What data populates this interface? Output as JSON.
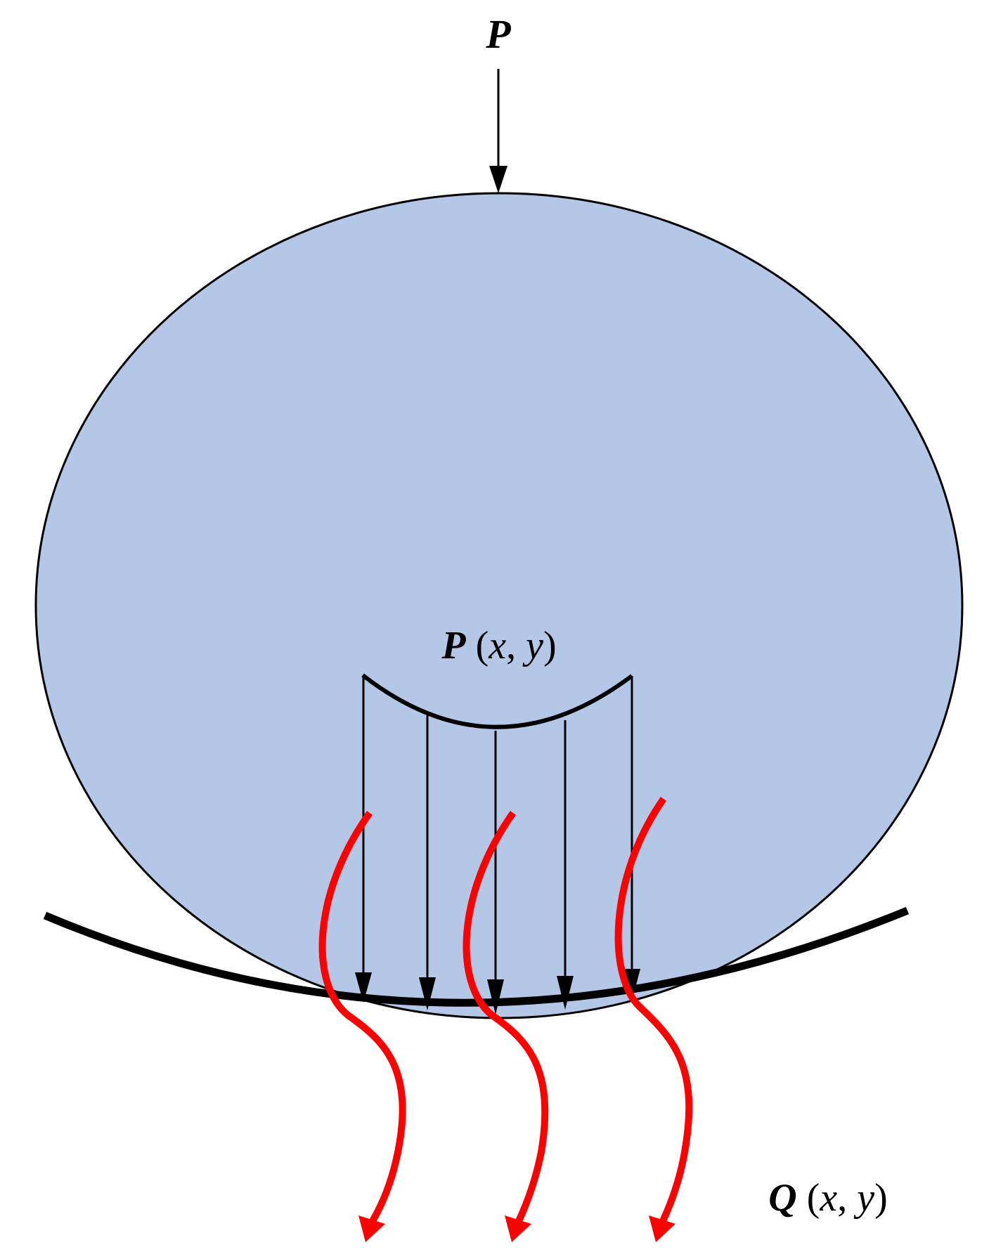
{
  "labels": {
    "top_load": "P",
    "pressure_symbol": "P",
    "pressure_args_open": " (",
    "pressure_x": "x",
    "pressure_comma": ", ",
    "pressure_y": "y",
    "pressure_args_close": ")",
    "heat_symbol": "Q",
    "heat_args_open": " (",
    "heat_x": "x",
    "heat_comma": ", ",
    "heat_y": "y",
    "heat_args_close": ")"
  },
  "colors": {
    "ball_fill": "#b4c7e7",
    "outline": "#000000",
    "heat_flow": "#ff0000"
  }
}
